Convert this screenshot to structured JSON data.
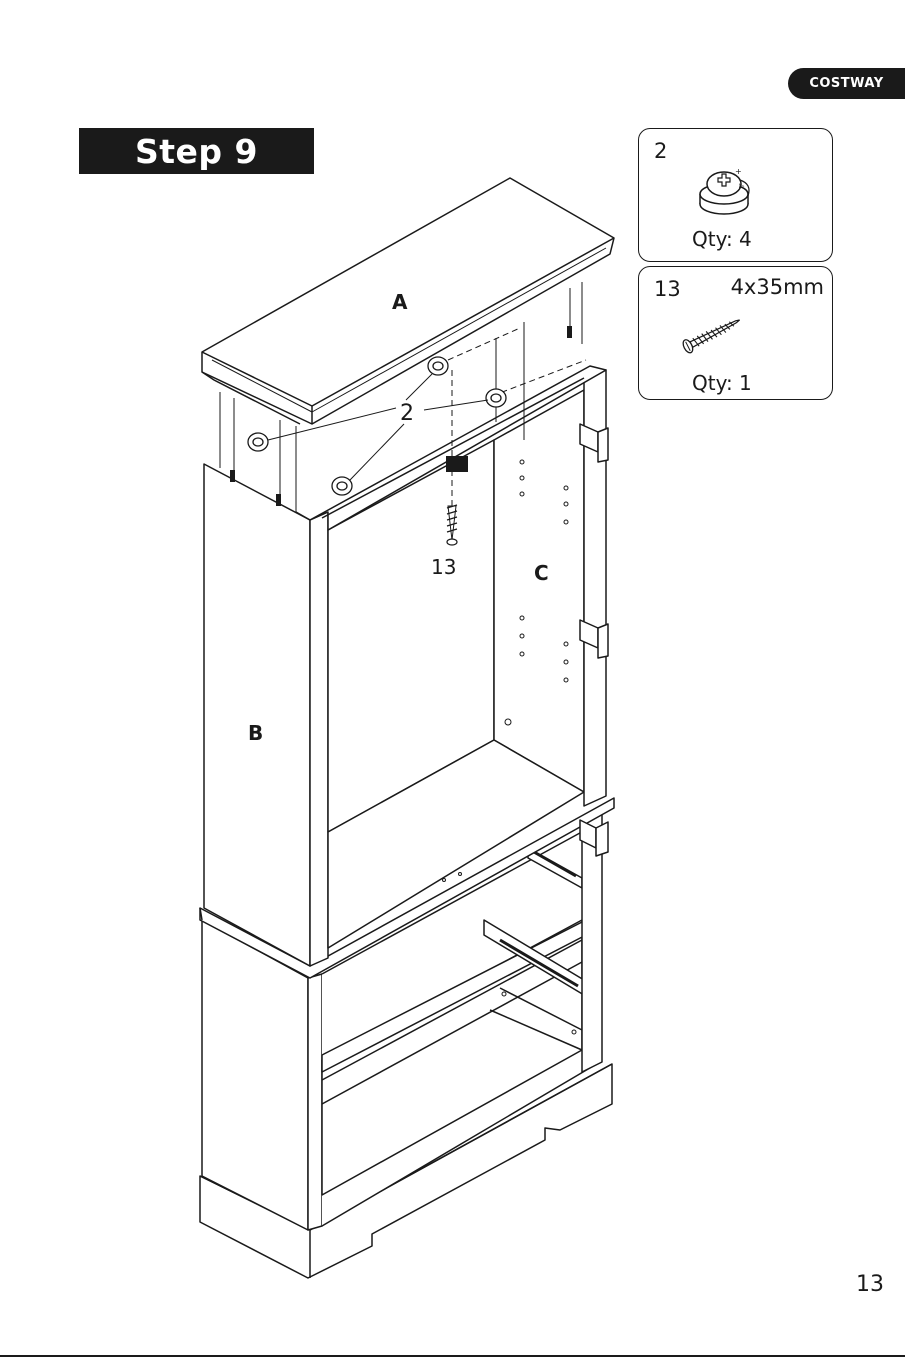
{
  "brand": {
    "name": "COSTWAY"
  },
  "step": {
    "title": "Step 9"
  },
  "parts": [
    {
      "id": "2",
      "size": "",
      "qty": "Qty: 4",
      "icon": "cam-lock-icon"
    },
    {
      "id": "13",
      "size": "4x35mm",
      "qty": "Qty: 1",
      "icon": "screw-icon"
    }
  ],
  "diagram": {
    "panel_a": "A",
    "panel_b": "B",
    "panel_c": "C",
    "callout_cam": "2",
    "callout_screw": "13"
  },
  "page": {
    "number": "13"
  }
}
